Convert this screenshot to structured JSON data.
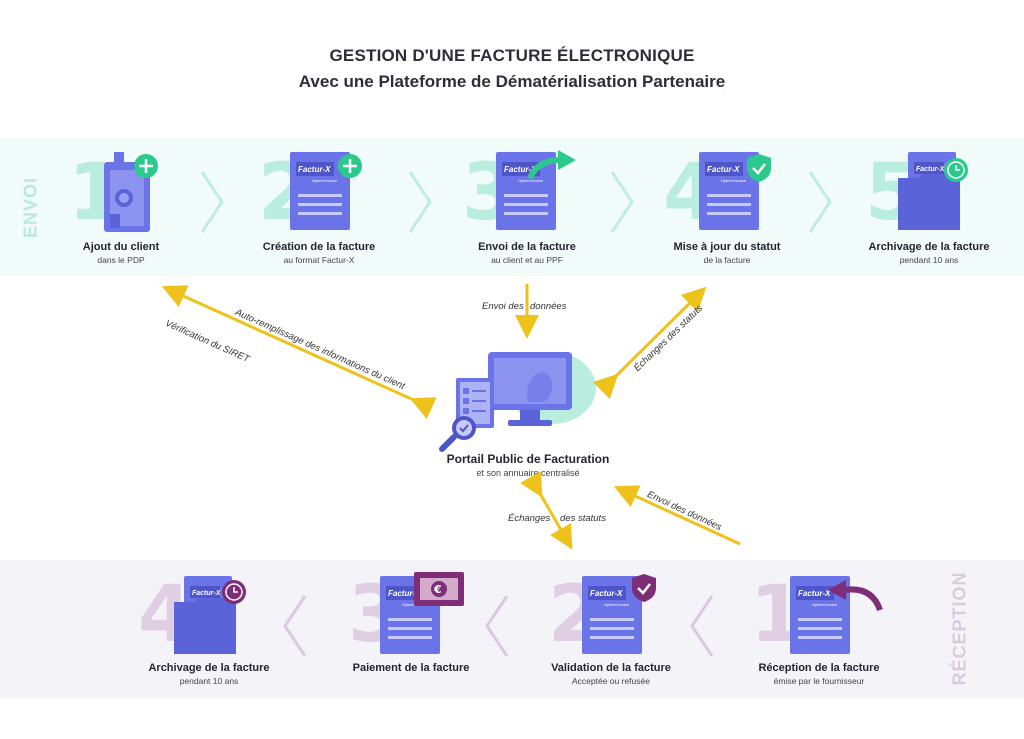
{
  "header": {
    "title": "GESTION D'UNE FACTURE ÉLECTRONIQUE",
    "subtitle": "Avec une Plateforme de Dématérialisation Partenaire"
  },
  "sections": {
    "envoi": "ENVOI",
    "reception": "RÉCEPTION"
  },
  "envoi_steps": [
    {
      "number": "1",
      "label": "Ajout du client",
      "sub": "dans le PDP",
      "icon": "building-plus-icon"
    },
    {
      "number": "2",
      "label": "Création de la facture",
      "sub": "au format Factur-X",
      "icon": "document-plus-icon"
    },
    {
      "number": "3",
      "label": "Envoi de la facture",
      "sub": "au client et au PPF",
      "icon": "document-send-icon"
    },
    {
      "number": "4",
      "label": "Mise à jour du statut",
      "sub": "de la facture",
      "icon": "document-shield-icon"
    },
    {
      "number": "5",
      "label": "Archivage de la facture",
      "sub": "pendant 10 ans",
      "icon": "folder-clock-icon"
    }
  ],
  "reception_steps": [
    {
      "number": "4",
      "label": "Archivage de la facture",
      "sub": "pendant 10 ans",
      "icon": "folder-clock-icon"
    },
    {
      "number": "3",
      "label": "Paiement de la facture",
      "sub": "",
      "icon": "document-euro-icon"
    },
    {
      "number": "2",
      "label": "Validation de la facture",
      "sub": "Acceptée ou refusée",
      "icon": "document-shield-icon"
    },
    {
      "number": "1",
      "label": "Réception de la facture",
      "sub": "émise par le fournisseur",
      "icon": "document-receive-icon"
    }
  ],
  "doc_brand": {
    "name": "Factur-X",
    "tag": "Hybrid invoice"
  },
  "portal": {
    "title": "Portail Public de Facturation",
    "sub": "et son annuaire centralisé"
  },
  "arrows": {
    "verif": "Vérification du SIRET",
    "auto": "Auto-remplissage des informations du client",
    "envoi_donnees_1a": "Envoi des",
    "envoi_donnees_1b": "données",
    "echanges_1": "Échanges des statuts",
    "echanges_2a": "Échanges",
    "echanges_2b": "des statuts",
    "envoi_donnees_2": "Envoi des données"
  },
  "colors": {
    "arrow": "#efc21b",
    "doc": "#6b73e8",
    "green": "#2cc98d",
    "purple": "#7d2e77",
    "green_num": "#b9eedf",
    "purple_num": "#e0cfe3"
  }
}
